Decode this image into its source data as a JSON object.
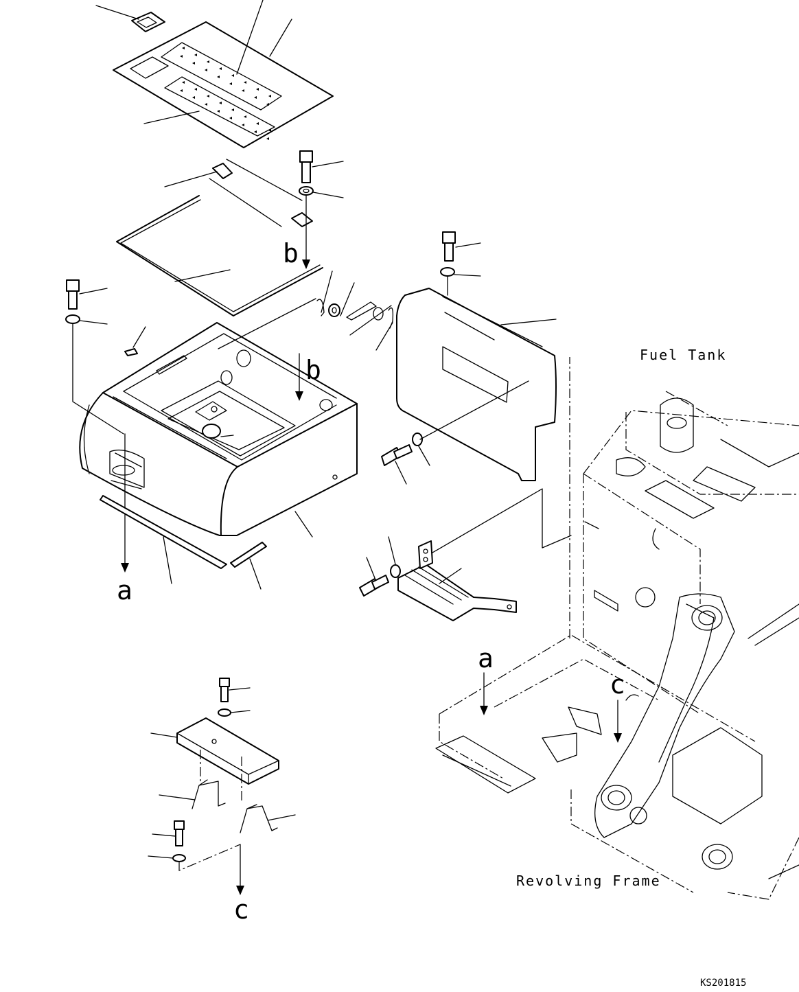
{
  "labels": {
    "fuel_tank": "Fuel Tank",
    "revolving_frame": "Revolving Frame",
    "drawing_code": "KS201815"
  },
  "connectors": {
    "a_main": "a",
    "a_frame": "a",
    "b_upper": "b",
    "b_lower": "b",
    "c_bracket": "c",
    "c_frame": "c"
  }
}
